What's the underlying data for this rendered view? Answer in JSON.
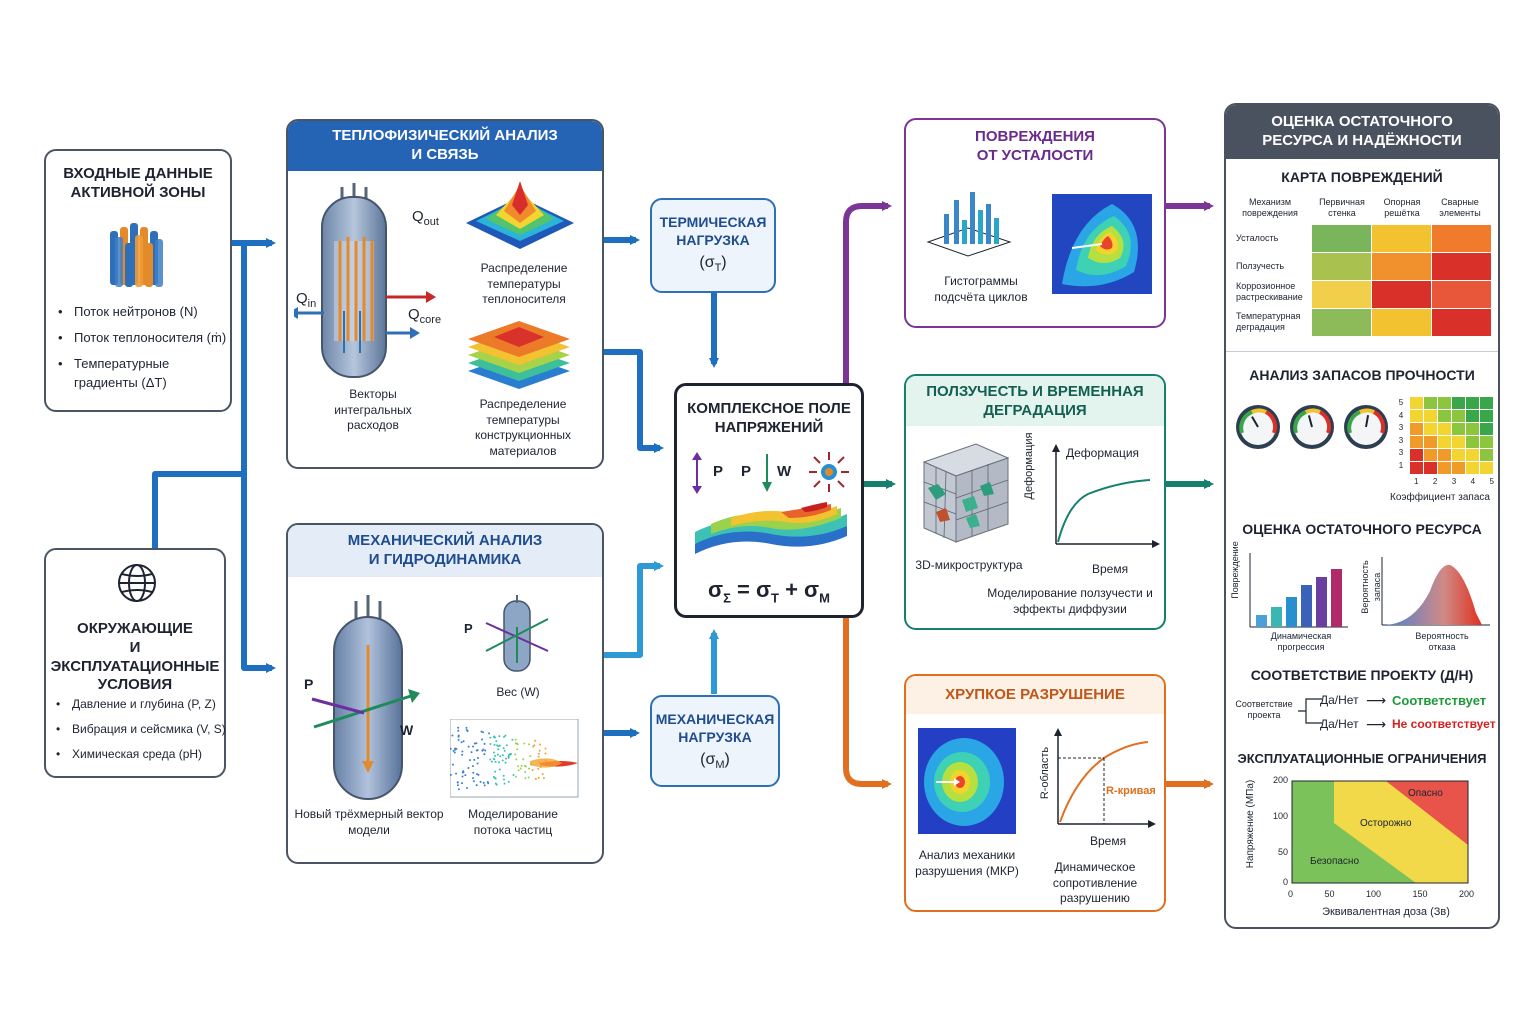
{
  "input_core": {
    "title_line1": "ВХОДНЫЕ ДАННЫЕ",
    "title_line2": "АКТИВНОЙ ЗОНЫ",
    "items": [
      "Поток нейтронов (N)",
      "Поток теплоносителя (ṁ)",
      "Температурные градиенты (ΔT)"
    ]
  },
  "env": {
    "title_line1": "ОКРУЖАЮЩИЕ",
    "title_line2": "И ЭКСПЛУАТАЦИОННЫЕ",
    "title_line3": "УСЛОВИЯ",
    "items": [
      "Давление и глубина (P, Z)",
      "Вибрация и сейсмика (V, S)",
      "Химическая среда (pH)"
    ]
  },
  "thermo": {
    "title_line1": "ТЕПЛОФИЗИЧЕСКИЙ АНАЛИЗ",
    "title_line2": "И СВЯЗЬ",
    "q_out": "Q",
    "q_out_sub": "out",
    "q_in": "Q",
    "q_in_sub": "in",
    "q_core": "Q",
    "q_core_sub": "core",
    "vectors_label": "Векторы интегральных расходов",
    "coolant_label": "Распределение температуры теплоносителя",
    "structural_label": "Распределение температуры конструкционных материалов"
  },
  "mech": {
    "title_line1": "МЕХАНИЧЕСКИЙ АНАЛИЗ",
    "title_line2": "И ГИДРОДИНАМИКА",
    "p": "P",
    "w": "W",
    "p2": "P",
    "weight_label": "Вес (W)",
    "model_label": "Новый трёхмерный вектор модели",
    "particle_label": "Моделирование потока частиц"
  },
  "thermal_load": {
    "line1": "ТЕРМИЧЕСКАЯ",
    "line2": "НАГРУЗКА",
    "symbol": "(σ",
    "sub": "T",
    "close": ")"
  },
  "mech_load": {
    "line1": "МЕХАНИЧЕСКАЯ",
    "line2": "НАГРУЗКА",
    "symbol": "(σ",
    "sub": "M",
    "close": ")"
  },
  "stress": {
    "title_line1": "КОМПЛЕКСНОЕ ПОЛЕ",
    "title_line2": "НАПРЯЖЕНИЙ",
    "p1": "P",
    "p2": "P",
    "w": "W",
    "formula_a": "σ",
    "formula_a_sub": "Σ",
    "formula_eq": " = σ",
    "formula_b_sub": "T",
    "formula_plus": " + σ",
    "formula_c_sub": "M"
  },
  "fatigue": {
    "title_line1": "ПОВРЕЖДЕНИЯ",
    "title_line2": "ОТ УСТАЛОСТИ",
    "hist_label": "Гистограммы подсчёта циклов"
  },
  "creep": {
    "title_line1": "ПОЛЗУЧЕСТЬ И ВРЕМЕННАЯ",
    "title_line2": "ДЕГРАДАЦИЯ",
    "micro_label": "3D-микроструктура",
    "curve_title": "Деформация",
    "y_label": "Деформация",
    "x_label": "Время",
    "model_label": "Моделирование ползучести и эффекты диффузии"
  },
  "brittle": {
    "title": "ХРУПКОЕ РАЗРУШЕНИЕ",
    "y_label": "R-область",
    "x_label": "Время",
    "curve_label": "R-кривая",
    "fem_label": "Анализ механики разрушения (МКР)",
    "dyn_label": "Динамическое сопротивление разрушению"
  },
  "resource": {
    "header_line1": "ОЦЕНКА ОСТАТОЧНОГО",
    "header_line2": "РЕСУРСА И НАДЁЖНОСТИ",
    "damage_map": {
      "title": "КАРТА ПОВРЕЖДЕНИЙ",
      "corner": "Механизм повреждения",
      "cols": [
        "Первичная стенка",
        "Опорная решётка",
        "Сварные элементы"
      ],
      "rows": [
        "Усталость",
        "Ползучесть",
        "Коррозионное растрескивание",
        "Температурная деградация"
      ],
      "colors": [
        [
          "#7ab55c",
          "#f2c230",
          "#f07b2a"
        ],
        [
          "#a9c24f",
          "#f0912e",
          "#d9302a"
        ],
        [
          "#f2cf4a",
          "#d9302a",
          "#e8573a"
        ],
        [
          "#8dbb5a",
          "#f2c230",
          "#d9302a"
        ]
      ]
    },
    "margin": {
      "title": "АНАЛИЗ ЗАПАСОВ ПРОЧНОСТИ",
      "y_ticks": [
        "5",
        "4",
        "3",
        "3",
        "3",
        "1"
      ],
      "x_ticks": [
        "1",
        "2",
        "3",
        "4",
        "5"
      ],
      "x_label": "Коэффициент запаса"
    },
    "remaining": {
      "title": "ОЦЕНКА ОСТАТОЧНОГО РЕСУРСА",
      "bar_ylabel": "Повреждение",
      "bar_xlabel": "Динамическая прогрессия",
      "dist_ylabel": "Вероятность запаса",
      "dist_xlabel": "Вероятность отказа"
    },
    "compliance": {
      "title": "СООТВЕТСТВИЕ ПРОЕКТУ (Д/Н)",
      "source": "Соответствие проекта",
      "yes_no_1": "Да/Нет",
      "yes_no_2": "Да/Нет",
      "ok": "Соответствует",
      "not_ok": "Не соответствует",
      "ok_color": "#1f9a3a",
      "not_ok_color": "#d62020"
    },
    "limits": {
      "title": "ЭКСПЛУАТАЦИОННЫЕ ОГРАНИЧЕНИЯ",
      "y_label": "Напряжение (МПа)",
      "x_label": "Эквивалентная доза (Зв)",
      "y_ticks": [
        "200",
        "100",
        "50",
        "0"
      ],
      "x_ticks": [
        "0",
        "50",
        "100",
        "150",
        "200"
      ],
      "safe": "Безопасно",
      "caution": "Осторожно",
      "danger": "Опасно"
    }
  },
  "colors": {
    "blue_flow": "#1f6fc0",
    "purple": "#7a3596",
    "teal": "#16806e",
    "orange": "#e0701f",
    "header_dark": "#4a5260",
    "thermo_header": "#2563b5",
    "mech_header": "#e4ecf7"
  }
}
